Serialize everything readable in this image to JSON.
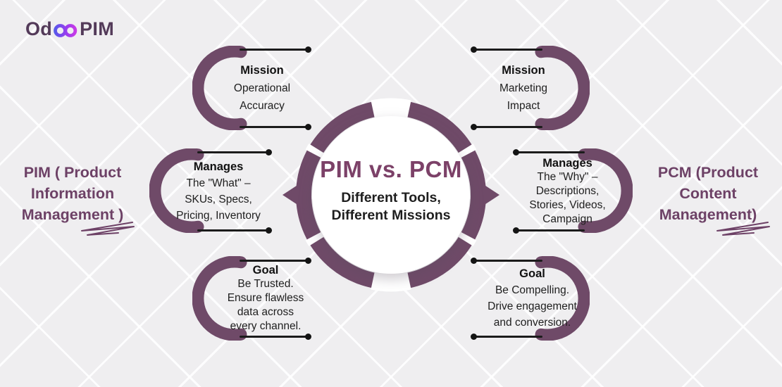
{
  "logo": {
    "part1": "Od",
    "part2": "PIM",
    "infinity_icon": "infinity-icon"
  },
  "center": {
    "title": "PIM vs. PCM",
    "subtitle": [
      "Different Tools,",
      "Different Missions"
    ]
  },
  "headings": {
    "left": {
      "lines": [
        "PIM ( Product",
        "Information",
        "Management )"
      ]
    },
    "right": {
      "lines": [
        "PCM (Product",
        "Content",
        "Management)"
      ]
    }
  },
  "nodes": {
    "pim_mission": {
      "title": "Mission",
      "lines": [
        "Operational",
        "Accuracy"
      ]
    },
    "pim_manages": {
      "title": "Manages",
      "lines": [
        "The \"What\" –",
        "SKUs, Specs,",
        "Pricing, Inventory"
      ]
    },
    "pim_goal": {
      "title": "Goal",
      "lines": [
        "Be Trusted.",
        "Ensure flawless",
        "data across",
        "every channel."
      ]
    },
    "pcm_mission": {
      "title": "Mission",
      "lines": [
        "Marketing",
        "Impact"
      ]
    },
    "pcm_manages": {
      "title": "Manages",
      "lines": [
        "The \"Why\" –",
        "Descriptions,",
        "Stories, Videos,",
        "Campaign"
      ]
    },
    "pcm_goal": {
      "title": "Goal",
      "lines": [
        "Be Compelling.",
        "Drive engagement",
        "and conversion."
      ]
    }
  },
  "colors": {
    "plum": "#6F4A68",
    "center_title": "#7C4168",
    "side_heading": "#6D4166",
    "body_text": "#202020",
    "connector_line": "#1B1B1B",
    "background": "#EFEEF0",
    "logo_text": "#533A59",
    "infinity_gradient_start": "#4D5DE9",
    "infinity_gradient_end": "#D93BE3"
  }
}
